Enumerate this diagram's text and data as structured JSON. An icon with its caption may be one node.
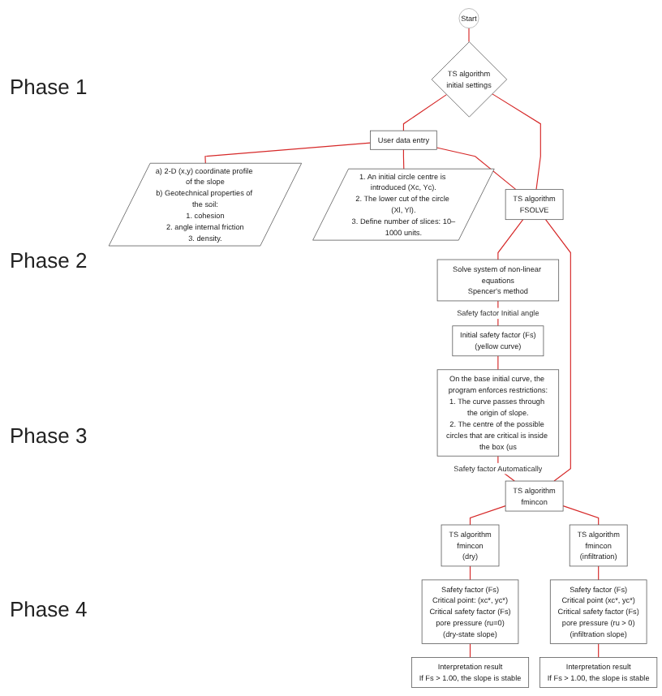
{
  "diagram": {
    "nodes": [
      {
        "text": [
          "Start"
        ]
      },
      {
        "text": [
          "TS algorithm",
          "initial settings"
        ]
      },
      {
        "text": [
          "User data entry"
        ]
      },
      {
        "text": [
          "a) 2-D (x,y) coordinate profile of the slope",
          "b) Geotechnical properties of the soil:",
          "1. cohesion",
          "2. angle internal friction",
          "3. density."
        ]
      },
      {
        "text": [
          "1. An initial circle centre is introduced (Xc, Yc).",
          "2. The lower cut of the circle (Xl, Yl).",
          "3. Define number of slices: 10–1000 units."
        ]
      },
      {
        "text": [
          "TS algorithm",
          "FSOLVE"
        ]
      },
      {
        "text": [
          "Solve system of non-linear equations",
          "Spencer's method"
        ]
      },
      {
        "text": [
          "Initial safety factor (Fs)",
          "(yellow curve)"
        ]
      },
      {
        "text": [
          "On the base initial curve, the program enforces restrictions:",
          "1. The curve passes through the origin of slope.",
          "2. The centre of the possible circles that are critical is inside the box (us"
        ]
      },
      {
        "text": [
          "TS algorithm",
          "fmincon"
        ]
      },
      {
        "text": [
          "TS algorithm",
          "fmincon",
          "(dry)"
        ]
      },
      {
        "text": [
          "TS algorithm",
          "fmincon",
          "(infiltration)"
        ]
      },
      {
        "text": [
          "Safety factor (Fs)",
          "Critical point: (xc*, yc*)",
          "Critical safety factor (Fs)",
          "pore pressure (ru=0)",
          "(dry-state slope)"
        ]
      },
      {
        "text": [
          "Safety factor (Fs)",
          "Critical point (xc*, yc*)",
          "Critical safety factor (Fs)",
          "pore pressure (ru > 0)",
          "(infiltration slope)"
        ]
      },
      {
        "text": [
          "Interpretation result",
          "If Fs > 1.00, the slope is stable"
        ]
      },
      {
        "text": [
          "Interpretation result",
          "If Fs > 1.00, the slope is stable"
        ]
      }
    ],
    "edges": [
      {
        "from": 0,
        "to": 1,
        "arrow": "none"
      },
      {
        "from": 1,
        "to": 2,
        "arrow": "none"
      },
      {
        "from": 2,
        "to": 3,
        "arrow": "none"
      },
      {
        "from": 2,
        "to": 4,
        "arrow": "none"
      },
      {
        "from": 2,
        "to": 5,
        "arrow": "none"
      },
      {
        "from": 1,
        "to": 5,
        "arrow": "none"
      },
      {
        "from": 5,
        "to": 6,
        "arrow": "none"
      },
      {
        "from": 6,
        "to": 7,
        "arrow": "none",
        "label": "Safety factor Initial angle"
      },
      {
        "from": 7,
        "to": 8,
        "arrow": "none"
      },
      {
        "from": 8,
        "to": 9,
        "arrow": "none",
        "label": "Safety factor Automatically"
      },
      {
        "from": 5,
        "to": 9,
        "arrow": "none"
      },
      {
        "from": 9,
        "to": 10,
        "arrow": "none"
      },
      {
        "from": 9,
        "to": 11,
        "arrow": "none"
      },
      {
        "from": 10,
        "to": 12,
        "arrow": "none"
      },
      {
        "from": 11,
        "to": 13,
        "arrow": "none"
      },
      {
        "from": 12,
        "to": 14,
        "arrow": "none"
      },
      {
        "from": 13,
        "to": 15,
        "arrow": "none"
      }
    ],
    "labels": [
      "Phase 1",
      "Phase 2",
      "Phase 3",
      "Phase 4"
    ]
  }
}
